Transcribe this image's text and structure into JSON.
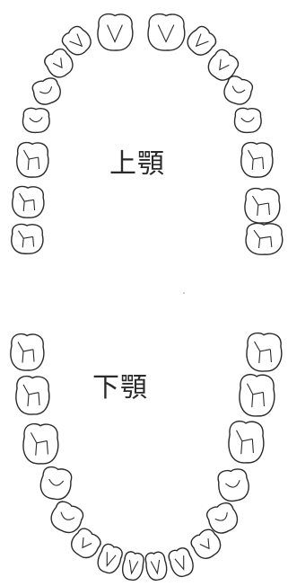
{
  "labels": {
    "upper_jaw": "上顎",
    "lower_jaw": "下顎"
  },
  "colors": {
    "outline": "#2a2a2a",
    "background": "#ffffff"
  },
  "diagram": {
    "upper_teeth": [
      {
        "name": "upper-right-third-molar"
      },
      {
        "name": "upper-right-second-molar"
      },
      {
        "name": "upper-right-first-molar"
      },
      {
        "name": "upper-right-second-premolar"
      },
      {
        "name": "upper-right-first-premolar"
      },
      {
        "name": "upper-right-canine"
      },
      {
        "name": "upper-right-lateral-incisor"
      },
      {
        "name": "upper-right-central-incisor"
      },
      {
        "name": "upper-left-central-incisor"
      },
      {
        "name": "upper-left-lateral-incisor"
      },
      {
        "name": "upper-left-canine"
      },
      {
        "name": "upper-left-first-premolar"
      },
      {
        "name": "upper-left-second-premolar"
      },
      {
        "name": "upper-left-first-molar"
      },
      {
        "name": "upper-left-second-molar"
      },
      {
        "name": "upper-left-third-molar"
      }
    ],
    "lower_teeth": [
      {
        "name": "lower-right-third-molar"
      },
      {
        "name": "lower-right-second-molar"
      },
      {
        "name": "lower-right-first-molar"
      },
      {
        "name": "lower-right-second-premolar"
      },
      {
        "name": "lower-right-first-premolar"
      },
      {
        "name": "lower-right-canine"
      },
      {
        "name": "lower-right-lateral-incisor"
      },
      {
        "name": "lower-right-central-incisor"
      },
      {
        "name": "lower-left-central-incisor"
      },
      {
        "name": "lower-left-lateral-incisor"
      },
      {
        "name": "lower-left-canine"
      },
      {
        "name": "lower-left-first-premolar"
      },
      {
        "name": "lower-left-second-premolar"
      },
      {
        "name": "lower-left-first-molar"
      },
      {
        "name": "lower-left-second-molar"
      },
      {
        "name": "lower-left-third-molar"
      }
    ]
  }
}
